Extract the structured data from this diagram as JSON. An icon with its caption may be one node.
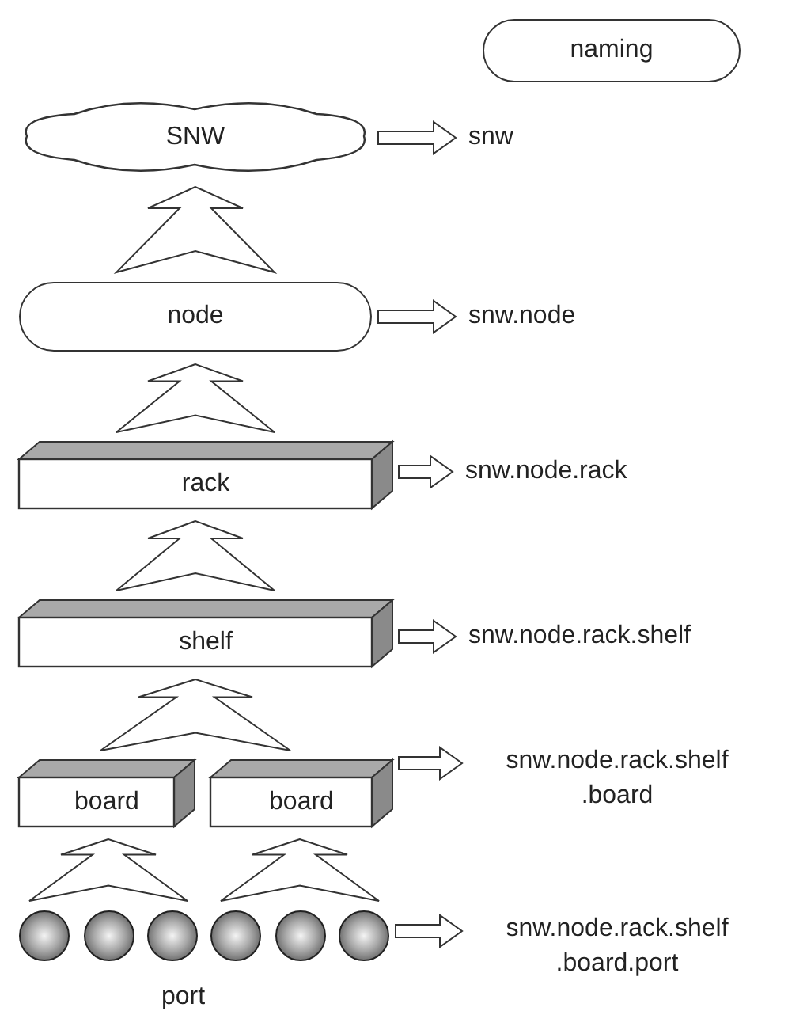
{
  "diagram": {
    "nodes": [
      {
        "text": [
          "naming"
        ]
      },
      {
        "text": [
          "SNW"
        ]
      },
      {
        "text": [
          "snw"
        ]
      },
      {
        "text": [
          "node"
        ]
      },
      {
        "text": [
          "snw.node"
        ]
      },
      {
        "text": [
          "rack"
        ]
      },
      {
        "text": [
          "snw.node.rack"
        ]
      },
      {
        "text": [
          "shelf"
        ]
      },
      {
        "text": [
          "snw.node.rack.shelf"
        ]
      },
      {
        "text": [
          "board"
        ]
      },
      {
        "text": [
          "board"
        ]
      },
      {
        "text": [
          "snw.node.rack.shelf .board"
        ]
      },
      {
        "text": [],
        "shape": "circle"
      },
      {
        "text": [],
        "shape": "circle"
      },
      {
        "text": [],
        "shape": "circle"
      },
      {
        "text": [],
        "shape": "circle"
      },
      {
        "text": [],
        "shape": "circle"
      },
      {
        "text": [],
        "shape": "circle"
      },
      {
        "text": [
          "snw.node.rack.shelf .board.port"
        ]
      }
    ],
    "edges": [
      {
        "from": 1,
        "to": 2,
        "arrow": "to"
      },
      {
        "from": 3,
        "to": 1,
        "arrow": "to"
      },
      {
        "from": 3,
        "to": 4,
        "arrow": "to"
      },
      {
        "from": 5,
        "to": 3,
        "arrow": "to"
      },
      {
        "from": 5,
        "to": 6,
        "arrow": "to"
      },
      {
        "from": 7,
        "to": 5,
        "arrow": "to"
      },
      {
        "from": 7,
        "to": 8,
        "arrow": "to"
      },
      {
        "from": 9,
        "to": 7,
        "arrow": "to"
      },
      {
        "from": 10,
        "to": 7,
        "arrow": "to"
      },
      {
        "from": 10,
        "to": 11,
        "arrow": "to"
      },
      {
        "from": 12,
        "to": 9,
        "arrow": "to"
      },
      {
        "from": 13,
        "to": 9,
        "arrow": "to"
      },
      {
        "from": 14,
        "to": 9,
        "arrow": "to"
      },
      {
        "from": 15,
        "to": 10,
        "arrow": "to"
      },
      {
        "from": 16,
        "to": 10,
        "arrow": "to"
      },
      {
        "from": 17,
        "to": 10,
        "arrow": "to"
      },
      {
        "from": 17,
        "to": 18,
        "arrow": "to"
      }
    ],
    "labels": [
      "port"
    ]
  }
}
